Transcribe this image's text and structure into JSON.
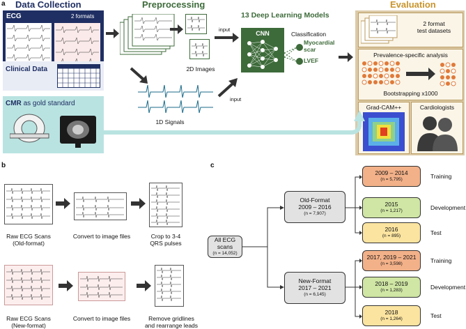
{
  "colors": {
    "navy": "#1f2f63",
    "green": "#3d6b3a",
    "teal_bg": "#b9e3e1",
    "gold": "#c9942c",
    "tan_bg": "#dccaa7",
    "orange_node": "#f3b189",
    "green_node": "#cfe6a4",
    "yellow_node": "#fbe4a0",
    "gray_node": "#e2e2e2"
  },
  "panel_a": {
    "letter": "a",
    "data_collection": {
      "title": "Data Collection",
      "ecg_label": "ECG",
      "ecg_formats": "2 formats",
      "clinical": "Clinical Data",
      "cmr_bold": "CMR",
      "cmr_rest": "as gold standard"
    },
    "preprocessing": {
      "title": "Preprocessing",
      "images_label": "2D Images",
      "signals_label": "1D Signals",
      "input_top": "input",
      "input_bottom": "input"
    },
    "models": {
      "title": "13 Deep Learning Models",
      "cnn": "CNN",
      "classification": "Classification",
      "out1_line1": "Myocardial",
      "out1_line2": "scar",
      "out2": "LVEF"
    },
    "evaluation": {
      "title": "Evaluation",
      "datasets_line1": "2 format",
      "datasets_line2": "test datasets",
      "prevalence": "Prevalence-specific analysis",
      "bootstrap": "Bootstrapping x1000",
      "gradcam": "Grad-CAM++",
      "cardiologists": "Cardiologists"
    }
  },
  "panel_b": {
    "letter": "b",
    "row1": {
      "raw_line1": "Raw ECG Scans",
      "raw_line2": "(Old-format)",
      "convert": "Convert to image files",
      "crop_line1": "Crop to 3-4",
      "crop_line2": "QRS pulses"
    },
    "row2": {
      "raw_line1": "Raw ECG Scans",
      "raw_line2": "(New-format)",
      "convert": "Convert to image files",
      "remove_line1": "Remove gridlines",
      "remove_line2": "and rearrange leads"
    }
  },
  "panel_c": {
    "letter": "c",
    "root": {
      "title": "All ECG scans",
      "n": "(n = 14,052)"
    },
    "old": {
      "line1": "Old-Format",
      "line2": "2009 – 2016",
      "n": "(n = 7,907)"
    },
    "new": {
      "line1": "New-Format",
      "line2": "2017 – 2021",
      "n": "(n = 6,145)"
    },
    "leaves": [
      {
        "years": "2009 – 2014",
        "n": "(n = 5,795)",
        "split": "Training"
      },
      {
        "years": "2015",
        "n": "(n = 1,217)",
        "split": "Development"
      },
      {
        "years": "2016",
        "n": "(n = 895)",
        "split": "Test"
      },
      {
        "years": "2017, 2019 – 2021",
        "n": "(n = 3,598)",
        "split": "Training"
      },
      {
        "years": "2018 – 2019",
        "n": "(n = 1,283)",
        "split": "Development"
      },
      {
        "years": "2018",
        "n": "(n = 1,264)",
        "split": "Test"
      }
    ]
  }
}
